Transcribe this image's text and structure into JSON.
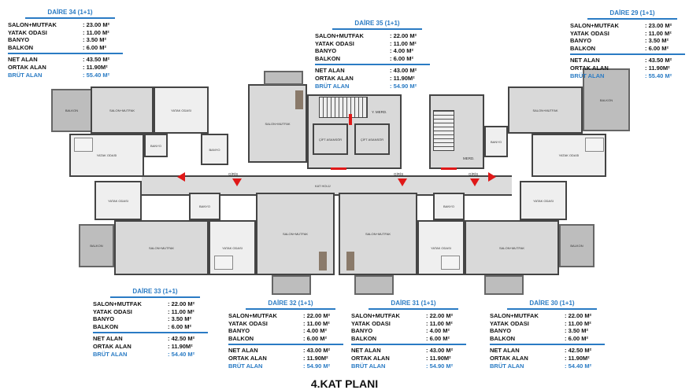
{
  "units": [
    {
      "id": "34",
      "title": "DAİRE 34  (1+1)",
      "rows": [
        [
          "SALON+MUTFAK",
          ": 23.00 M²"
        ],
        [
          "YATAK ODASI",
          ":  11.00 M²"
        ],
        [
          "BANYO",
          ":  3.50 M²"
        ],
        [
          "BALKON",
          ":  6.00 M²"
        ]
      ],
      "totals": [
        [
          "NET ALAN",
          ":  43.50 M²"
        ],
        [
          "ORTAK ALAN",
          ":  11.90M²"
        ]
      ],
      "brut": [
        "BRÜT ALAN",
        ":  55.40 M²"
      ]
    },
    {
      "id": "35",
      "title": "DAİRE 35  (1+1)",
      "rows": [
        [
          "SALON+MUTFAK",
          ":  22.00 M²"
        ],
        [
          "YATAK ODASI",
          ":  11.00 M²"
        ],
        [
          "BANYO",
          ":  4.00 M²"
        ],
        [
          "BALKON",
          ":  6.00 M²"
        ]
      ],
      "totals": [
        [
          "NET ALAN",
          ":  43.00 M²"
        ],
        [
          "ORTAK ALAN",
          ":  11.90M²"
        ]
      ],
      "brut": [
        "BRÜT ALAN",
        ":  54.90 M²"
      ]
    },
    {
      "id": "29",
      "title": "DAİRE 29  (1+1)",
      "rows": [
        [
          "SALON+MUTFAK",
          ": 23.00 M²"
        ],
        [
          "YATAK ODASI",
          ":  11.00 M²"
        ],
        [
          "BANYO",
          ":  3.50 M²"
        ],
        [
          "BALKON",
          ":  6.00 M²"
        ]
      ],
      "totals": [
        [
          "NET ALAN",
          ":  43.50 M²"
        ],
        [
          "ORTAK ALAN",
          ":  11.90M²"
        ]
      ],
      "brut": [
        "BRÜT ALAN",
        ":  55.40 M²"
      ]
    },
    {
      "id": "33",
      "title": "DAİRE 33  (1+1)",
      "rows": [
        [
          "SALON+MUTFAK",
          ":  22.00 M²"
        ],
        [
          "YATAK ODASI",
          ":  11.00 M²"
        ],
        [
          "BANYO",
          ":  3.50 M²"
        ],
        [
          "BALKON",
          ":  6.00 M²"
        ]
      ],
      "totals": [
        [
          "NET ALAN",
          ":  42.50 M²"
        ],
        [
          "ORTAK ALAN",
          ":  11.90M²"
        ]
      ],
      "brut": [
        "BRÜT ALAN",
        ":  54.40 M²"
      ]
    },
    {
      "id": "32",
      "title": "DAİRE 32  (1+1)",
      "rows": [
        [
          "SALON+MUTFAK",
          ":  22.00 M²"
        ],
        [
          "YATAK ODASI",
          ":  11.00 M²"
        ],
        [
          "BANYO",
          ":  4.00 M²"
        ],
        [
          "BALKON",
          ":  6.00 M²"
        ]
      ],
      "totals": [
        [
          "NET ALAN",
          ":  43.00 M²"
        ],
        [
          "ORTAK ALAN",
          ":  11.90M²"
        ]
      ],
      "brut": [
        "BRÜT ALAN",
        ":  54.90 M²"
      ]
    },
    {
      "id": "31",
      "title": "DAİRE 31  (1+1)",
      "rows": [
        [
          "SALON+MUTFAK",
          ":  22.00 M²"
        ],
        [
          "YATAK ODASI",
          ":  11.00 M²"
        ],
        [
          "BANYO",
          ":  4.00 M²"
        ],
        [
          "BALKON",
          ":  6.00 M²"
        ]
      ],
      "totals": [
        [
          "NET ALAN",
          ":  43.00 M²"
        ],
        [
          "ORTAK ALAN",
          ":  11.90M²"
        ]
      ],
      "brut": [
        "BRÜT ALAN",
        ":  54.90 M²"
      ]
    },
    {
      "id": "30",
      "title": "DAİRE 30 (1+1)",
      "rows": [
        [
          "SALON+MUTFAK",
          ":  22.00 M²"
        ],
        [
          "YATAK ODASI",
          ":  11.00 M²"
        ],
        [
          "BANYO",
          ":  3.50 M²"
        ],
        [
          "BALKON",
          ":  6.00 M²"
        ]
      ],
      "totals": [
        [
          "NET ALAN",
          ":  42.50 M²"
        ],
        [
          "ORTAK ALAN",
          ":  11.90M²"
        ]
      ],
      "brut": [
        "BRÜT ALAN",
        ":  54.40 M²"
      ]
    }
  ],
  "plan": {
    "hall": "KAT HOLÜ",
    "entrance": "GİRİŞ",
    "salon": "SALON+MUTFAK",
    "bedroom": "YATAK ODASI",
    "bath": "BANYO",
    "balcony": "BALKON",
    "elevator": "ÇİFT ASANSÖR",
    "fire_stairs": "Y. MERD.",
    "stairs": "MERD."
  },
  "footer": {
    "title": "4.KAT PLANI"
  },
  "colors": {
    "accent": "#2a7bc4",
    "door": "#e01818",
    "wall": "#444444"
  }
}
